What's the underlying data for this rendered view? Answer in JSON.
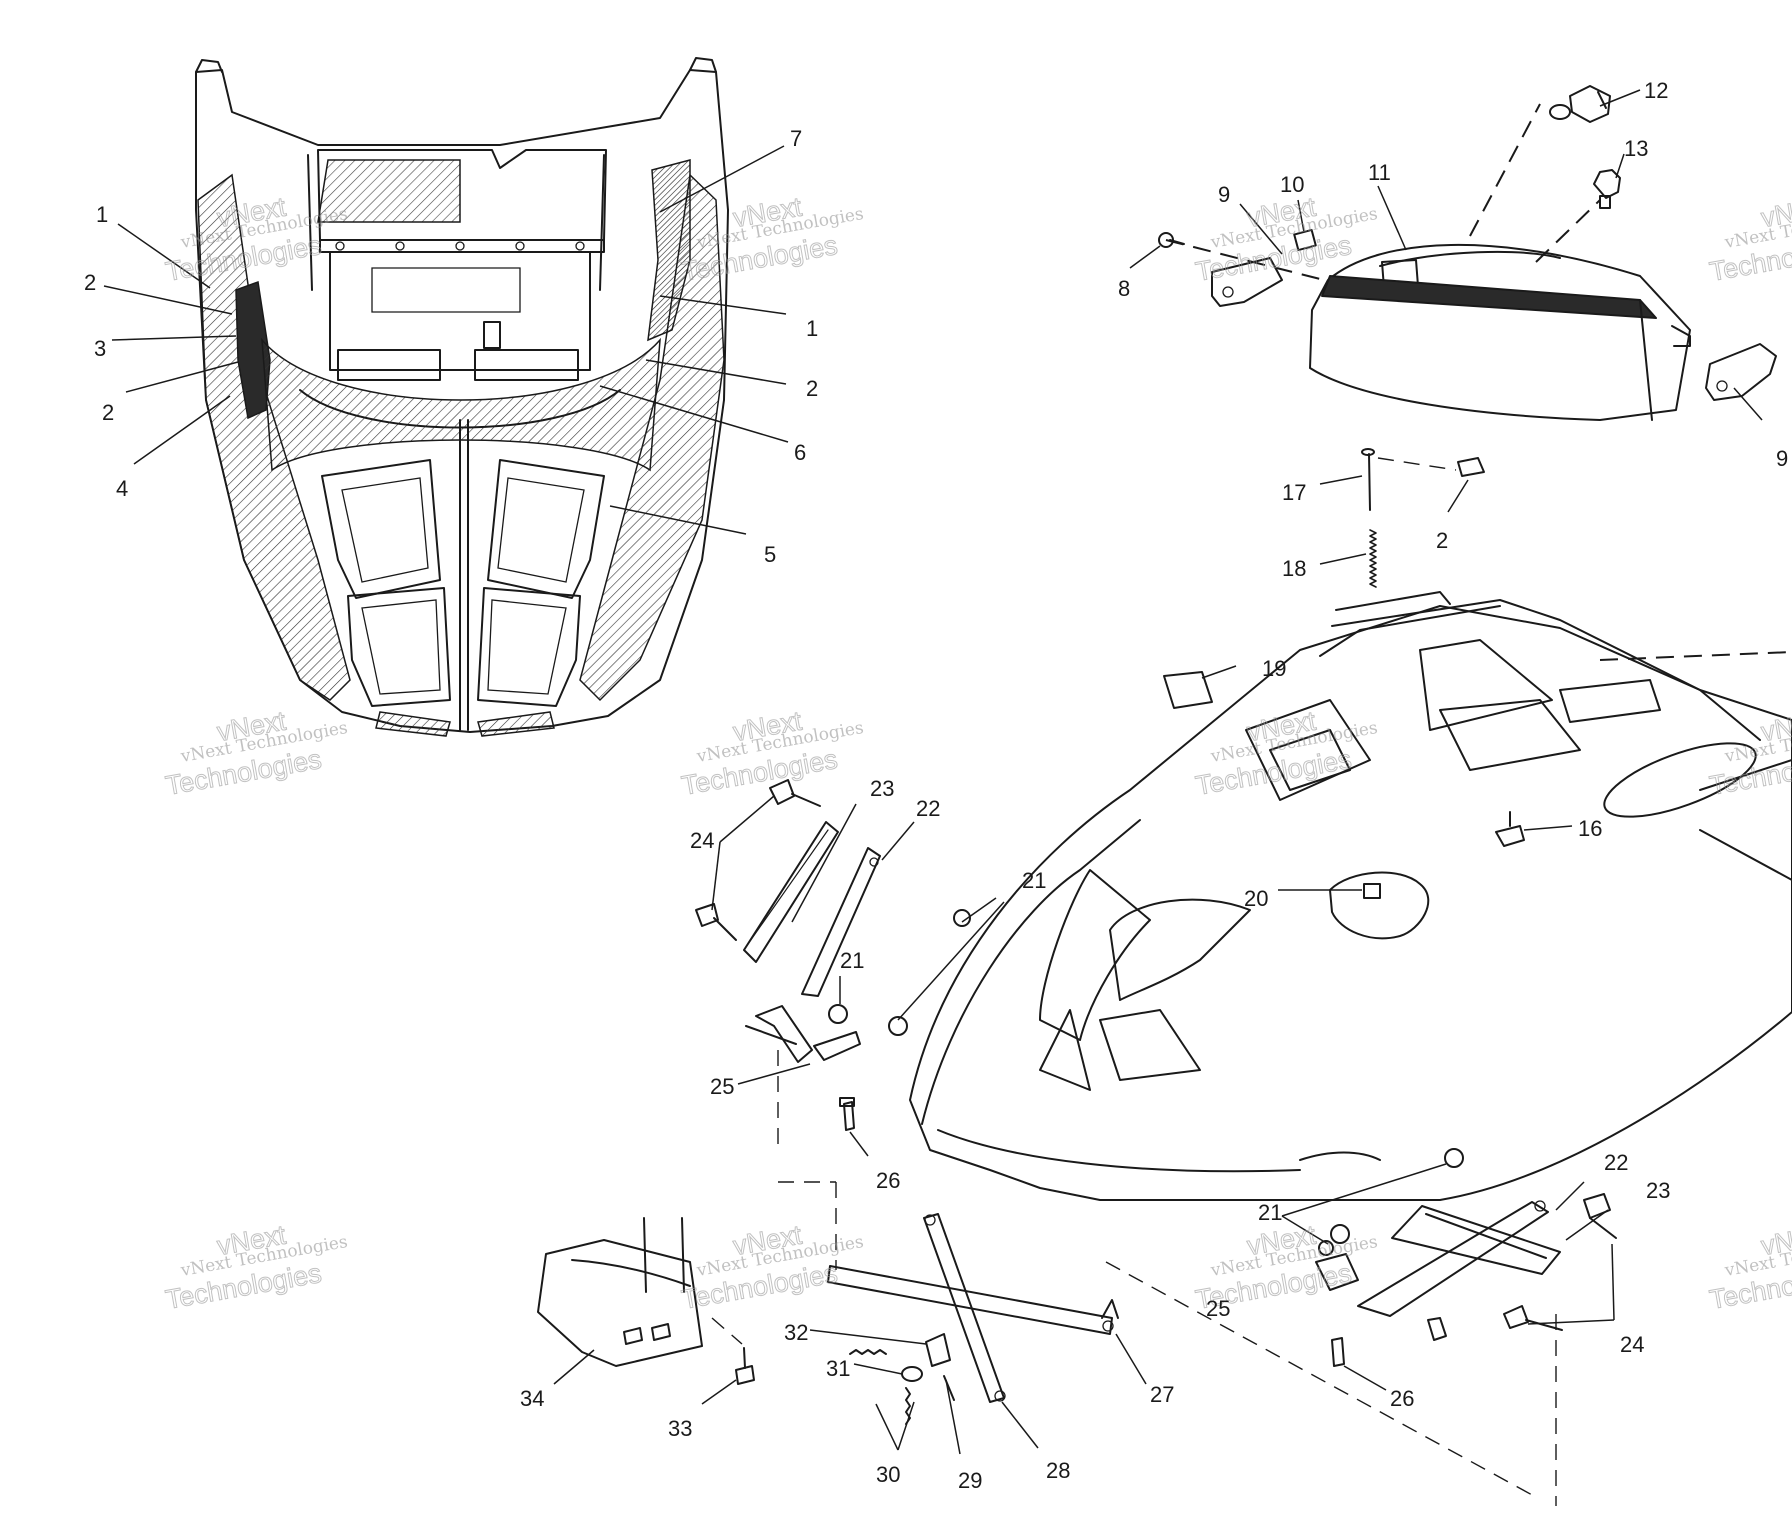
{
  "callouts": [
    {
      "id": "c1a",
      "text": "1"
    },
    {
      "id": "c2a",
      "text": "2"
    },
    {
      "id": "c3a",
      "text": "3"
    },
    {
      "id": "c2b",
      "text": "2"
    },
    {
      "id": "c4a",
      "text": "4"
    },
    {
      "id": "c7a",
      "text": "7"
    },
    {
      "id": "c1b",
      "text": "1"
    },
    {
      "id": "c2c",
      "text": "2"
    },
    {
      "id": "c6a",
      "text": "6"
    },
    {
      "id": "c5a",
      "text": "5"
    },
    {
      "id": "c12",
      "text": "12"
    },
    {
      "id": "c13",
      "text": "13"
    },
    {
      "id": "c9a",
      "text": "9"
    },
    {
      "id": "c10",
      "text": "10"
    },
    {
      "id": "c11",
      "text": "11"
    },
    {
      "id": "c8",
      "text": "8"
    },
    {
      "id": "c9b",
      "text": "9"
    },
    {
      "id": "c17",
      "text": "17"
    },
    {
      "id": "c2d",
      "text": "2"
    },
    {
      "id": "c18",
      "text": "18"
    },
    {
      "id": "c19",
      "text": "19"
    },
    {
      "id": "c16",
      "text": "16"
    },
    {
      "id": "c20",
      "text": "20"
    },
    {
      "id": "c23a",
      "text": "23"
    },
    {
      "id": "c22a",
      "text": "22"
    },
    {
      "id": "c24a",
      "text": "24"
    },
    {
      "id": "c21a",
      "text": "21"
    },
    {
      "id": "c21b",
      "text": "21"
    },
    {
      "id": "c25a",
      "text": "25"
    },
    {
      "id": "c26a",
      "text": "26"
    },
    {
      "id": "c22b",
      "text": "22"
    },
    {
      "id": "c23b",
      "text": "23"
    },
    {
      "id": "c21c",
      "text": "21"
    },
    {
      "id": "c25b",
      "text": "25"
    },
    {
      "id": "c24b",
      "text": "24"
    },
    {
      "id": "c26b",
      "text": "26"
    },
    {
      "id": "c27",
      "text": "27"
    },
    {
      "id": "c28",
      "text": "28"
    },
    {
      "id": "c29",
      "text": "29"
    },
    {
      "id": "c30",
      "text": "30"
    },
    {
      "id": "c31",
      "text": "31"
    },
    {
      "id": "c32",
      "text": "32"
    },
    {
      "id": "c33",
      "text": "33"
    },
    {
      "id": "c34",
      "text": "34"
    }
  ],
  "watermark": {
    "line1": "vNext Technologies",
    "line2": "Technologies",
    "line2_top": "vNext"
  }
}
